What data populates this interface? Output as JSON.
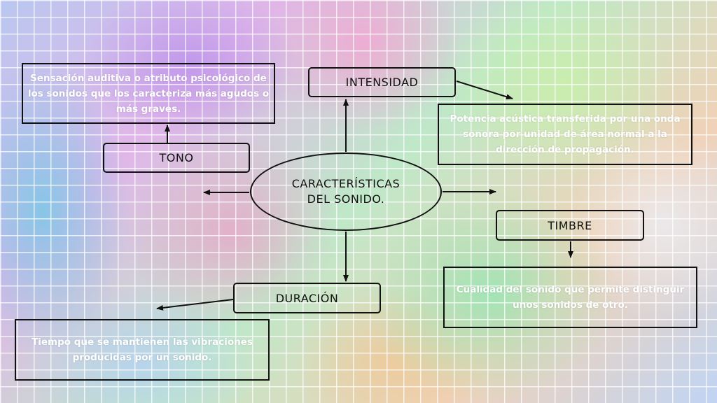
{
  "center": {
    "line1": "CARACTERÍSTICAS",
    "line2": "DEL SONIDO."
  },
  "nodes": {
    "tono": {
      "label": "TONO",
      "description": "Sensación auditiva o atributo psicológico de los sonidos que los caracteriza más agudos o más graves."
    },
    "intensidad": {
      "label": "INTENSIDAD",
      "description": "Potencia acústica transferida por una onda sonora por unidad de área normal a la dirección de propagación."
    },
    "timbre": {
      "label": "TIMBRE",
      "description": "Cualidad del sonido que permite distinguir unos sonidos de otro."
    },
    "duracion": {
      "label": "DURACIÓN",
      "description": "Tiempo que se mantienen las vibraciones producidas por un sonido."
    }
  }
}
